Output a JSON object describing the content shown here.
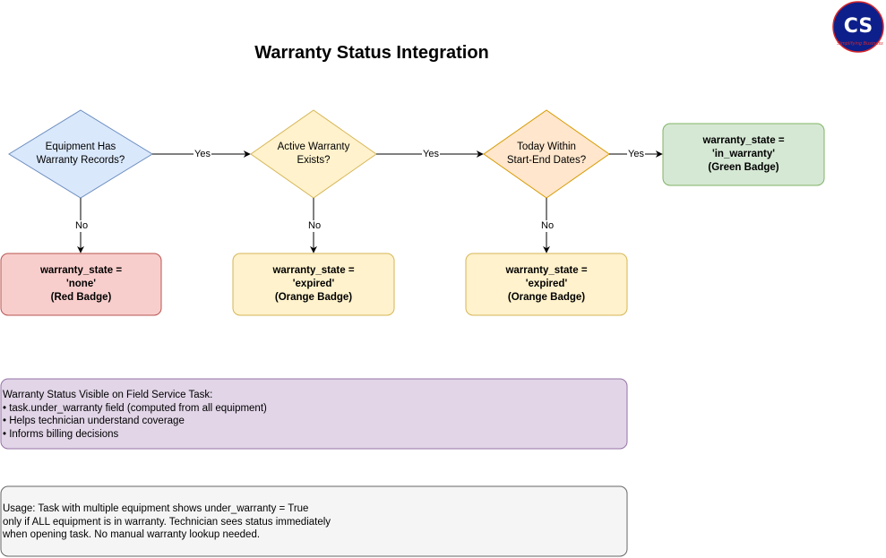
{
  "title": "Warranty Status Integration",
  "logo": {
    "letters": "CS",
    "tagline": "Simplifying Business",
    "icon": "cs-logo"
  },
  "colors": {
    "blue_fill": "#dae8fc",
    "blue_stroke": "#6c8ebf",
    "yellow_fill": "#fff2cc",
    "yellow_stroke": "#d6b656",
    "orange_fill": "#ffe6cc",
    "orange_stroke": "#d79b00",
    "green_fill": "#d5e8d4",
    "green_stroke": "#82b366",
    "red_fill": "#f8cecc",
    "red_stroke": "#b85450",
    "purple_fill": "#e1d5e7",
    "purple_stroke": "#9673a6",
    "gray_fill": "#f5f5f5",
    "gray_stroke": "#666666",
    "logo_blue": "#0d1f8a",
    "logo_red": "#d6272c"
  },
  "decisions": {
    "records": "Equipment Has\nWarranty Records?",
    "active": "Active Warranty\nExists?",
    "dates": "Today Within\nStart-End Dates?"
  },
  "results": {
    "in_warranty": "warranty_state =\n'in_warranty'\n(Green Badge)",
    "none": "warranty_state =\n'none'\n(Red Badge)",
    "expired_1": "warranty_state =\n'expired'\n(Orange Badge)",
    "expired_2": "warranty_state =\n'expired'\n(Orange Badge)"
  },
  "edges": {
    "yes_1": "Yes",
    "yes_2": "Yes",
    "yes_3": "Yes",
    "no_1": "No",
    "no_2": "No",
    "no_3": "No"
  },
  "notes": {
    "visibility": "Warranty Status Visible on Field Service Task:\n• task.under_warranty field (computed from all equipment)\n• Helps technician understand coverage\n• Informs billing decisions",
    "usage": "Usage: Task with multiple equipment shows under_warranty = True\nonly if ALL equipment is in warranty. Technician sees status immediately\nwhen opening task. No manual warranty lookup needed."
  }
}
